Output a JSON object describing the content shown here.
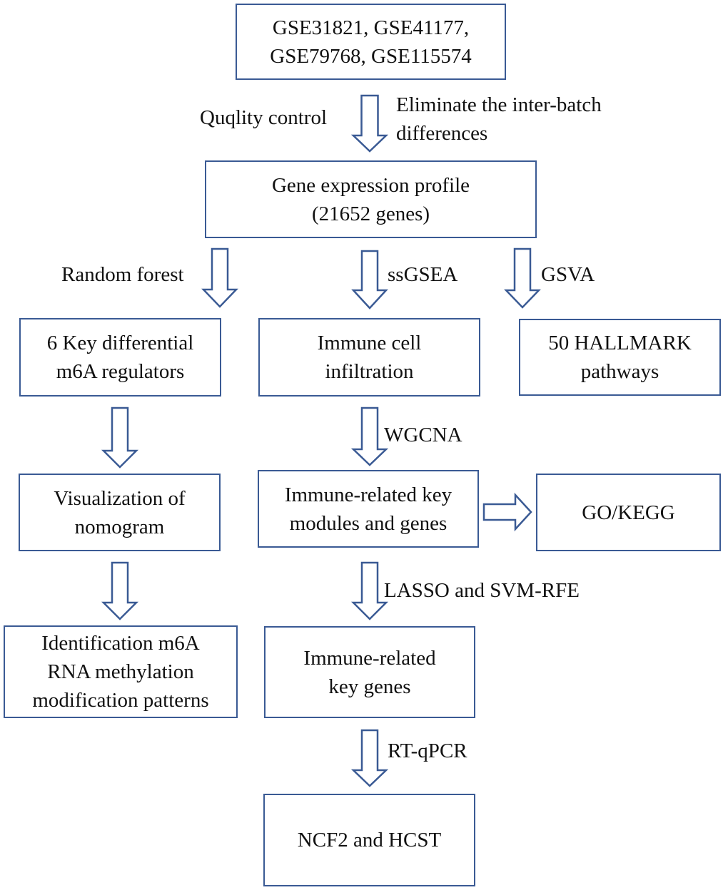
{
  "colors": {
    "border": "#3a5a94",
    "text": "#111111",
    "background": "#ffffff"
  },
  "nodes": {
    "datasets": {
      "lines": [
        "GSE31821, GSE41177,",
        "GSE79768, GSE115574"
      ]
    },
    "gene_expression": {
      "lines": [
        "Gene expression profile",
        "(21652 genes)"
      ]
    },
    "m6a_regulators": {
      "lines": [
        "6 Key differential",
        "m6A regulators"
      ]
    },
    "immune_infiltration": {
      "lines": [
        "Immune cell",
        "infiltration"
      ]
    },
    "hallmark": {
      "lines": [
        "50 HALLMARK",
        "pathways"
      ]
    },
    "nomogram": {
      "lines": [
        "Visualization of",
        "nomogram"
      ]
    },
    "immune_modules": {
      "lines": [
        "Immune-related key",
        "modules and genes"
      ]
    },
    "go_kegg": {
      "lines": [
        "GO/KEGG"
      ]
    },
    "m6a_patterns": {
      "lines": [
        "Identification m6A",
        "RNA methylation",
        "modification patterns"
      ]
    },
    "immune_key_genes": {
      "lines": [
        "Immune-related",
        "key genes"
      ]
    },
    "final_genes": {
      "lines": [
        "NCF2 and HCST"
      ]
    }
  },
  "edges": {
    "quality_control": "Quqlity control",
    "batch_line1": "Eliminate the inter-batch",
    "batch_line2": "differences",
    "random_forest": "Random forest",
    "ssgsea": "ssGSEA",
    "gsva": "GSVA",
    "wgcna": "WGCNA",
    "lasso_svm": "LASSO and SVM-RFE",
    "rtqpcr": "RT-qPCR"
  }
}
